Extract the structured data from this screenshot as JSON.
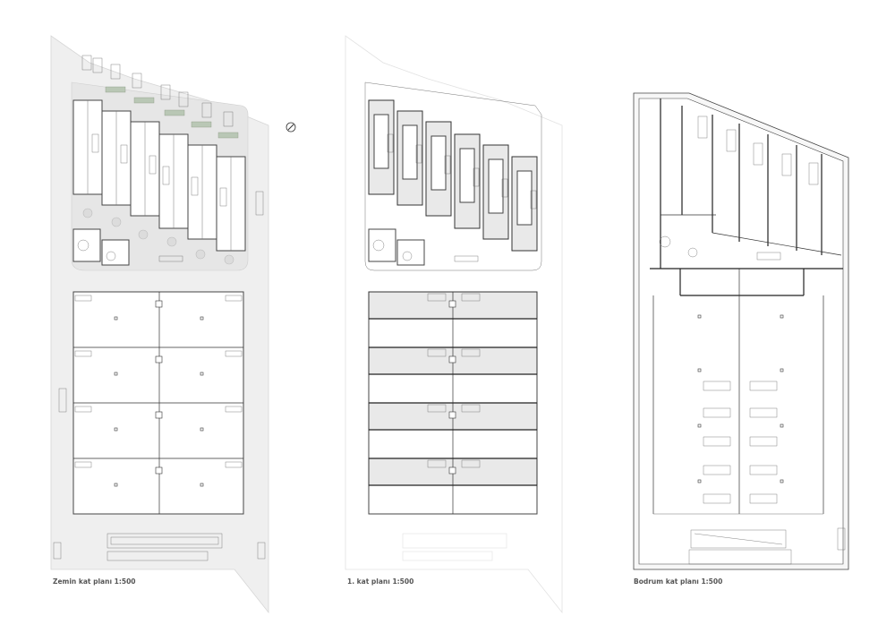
{
  "plans": [
    {
      "id": "ground",
      "caption": "Zemin kat planı   1:500"
    },
    {
      "id": "first",
      "caption": "1. kat planı   1:500"
    },
    {
      "id": "basement",
      "caption": "Bodrum kat planı   1:500"
    }
  ],
  "north_arrow": "north-arrow-icon"
}
